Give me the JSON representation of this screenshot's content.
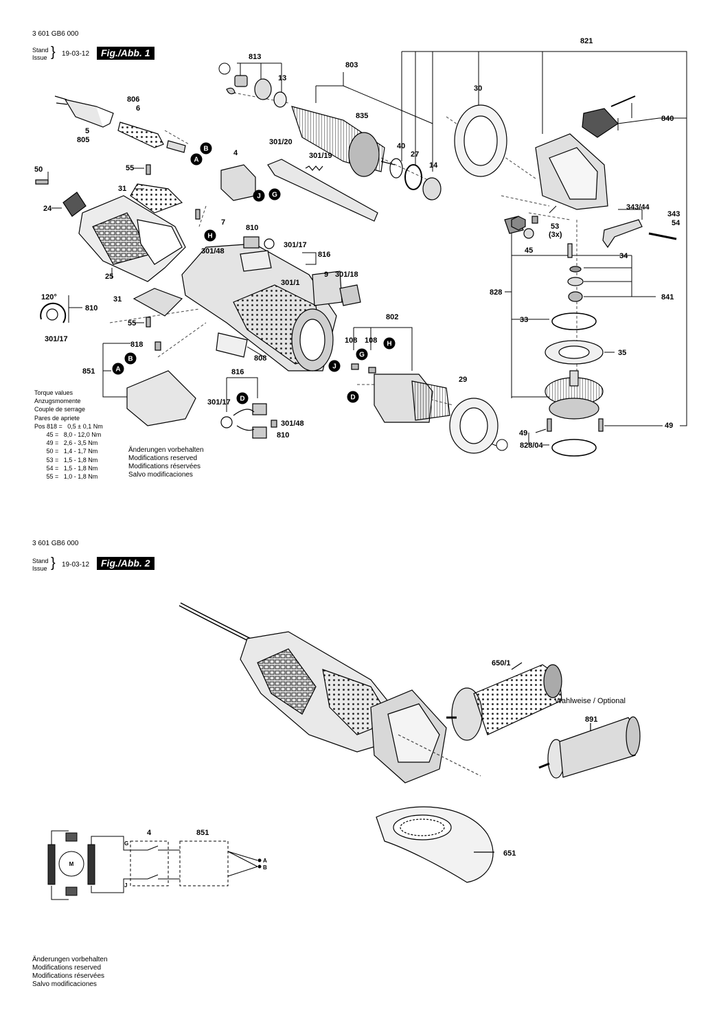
{
  "fig1": {
    "code": "3 601 GB6 000",
    "stand": "Stand",
    "issue": "Issue",
    "date": "19-03-12",
    "title": "Fig./Abb. 1"
  },
  "fig2": {
    "code": "3 601 GB6 000",
    "stand": "Stand",
    "issue": "Issue",
    "date": "19-03-12",
    "title": "Fig./Abb. 2"
  },
  "torque": {
    "lines": [
      "Torque values",
      "Anzugsmomente",
      "Couple de serrage",
      "Pares de apriete",
      "Pos 818 =   0,5 ± 0,1 Nm",
      "       45 =   8,0 - 12,0 Nm",
      "       49 =   2,6 - 3,5 Nm",
      "       50 =   1,4 - 1,7 Nm",
      "       53 =   1,5 - 1,8 Nm",
      "       54 =   1,5 - 1,8 Nm",
      "       55 =   1,0 - 1,8 Nm"
    ]
  },
  "notes1": [
    "Änderungen vorbehalten",
    "Modifications reserved",
    "Modifications réservées",
    "Salvo modificaciones"
  ],
  "notes2": [
    "Änderungen vorbehalten",
    "Modifications reserved",
    "Modifications réservées",
    "Salvo modificaciones"
  ],
  "optional_label": "Wahlweise / Optional",
  "fig1_parts": [
    "821",
    "813",
    "803",
    "13",
    "835",
    "30",
    "840",
    "806",
    "6",
    "5",
    "805",
    "4",
    "301/20",
    "301/19",
    "40",
    "27",
    "14",
    "50",
    "55",
    "31",
    "24",
    "7",
    "810",
    "301/17",
    "816",
    "301/48",
    "343/44",
    "343",
    "54",
    "53",
    "(3x)",
    "45",
    "34",
    "828",
    "841",
    "25",
    "9",
    "301/18",
    "301/1",
    "810",
    "120°",
    "31",
    "55",
    "301/17",
    "33",
    "802",
    "108",
    "108",
    "35",
    "818",
    "851",
    "808",
    "816",
    "29",
    "301/17",
    "301/48",
    "810",
    "49",
    "49",
    "828/04"
  ],
  "fig1_callouts": [
    "A",
    "B",
    "A",
    "G",
    "J",
    "H",
    "B",
    "A",
    "J",
    "G",
    "H",
    "D",
    "D",
    "A"
  ],
  "fig2_parts": [
    "650/1",
    "891",
    "651",
    "4",
    "851"
  ],
  "circuit_labels": [
    "M",
    "G",
    "J",
    "A",
    "B"
  ]
}
